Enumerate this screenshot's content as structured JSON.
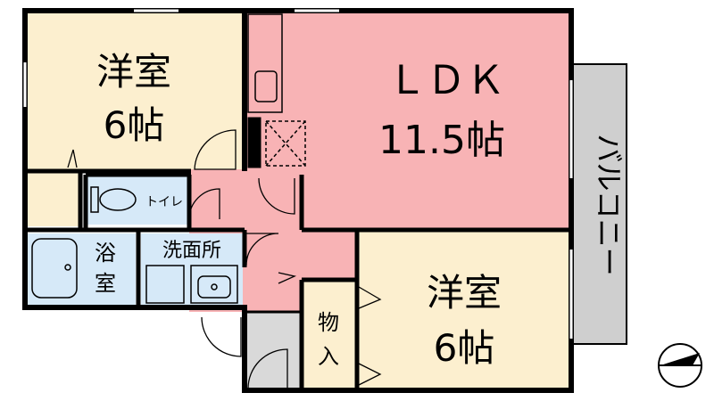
{
  "colors": {
    "ldk_floor": "#f8b3b5",
    "hall_floor": "#f8b3b5",
    "western_room_floor": "#fcefcf",
    "wet_area_floor": "#d6e9f8",
    "balcony_floor": "#cfcfcf",
    "entrance_floor": "#d9d9d9",
    "wall": "#000000",
    "fixture_line": "#000000"
  },
  "rooms": {
    "western_room_top_left": {
      "name": "洋室",
      "size": "6帖"
    },
    "ldk": {
      "name": "ＬＤＫ",
      "size": "11.5帖"
    },
    "western_room_bottom_right": {
      "name": "洋室",
      "size": "6帖"
    },
    "toilet": {
      "name": "トイレ"
    },
    "bathroom": {
      "line1": "浴",
      "line2": "室"
    },
    "washroom": {
      "name": "洗面所"
    },
    "storage": {
      "line1": "物",
      "line2": "入"
    },
    "balcony": {
      "name": "バルコニー"
    }
  },
  "icons": {
    "north_arrow": "compass-north-arrow-icon",
    "toilet": "toilet-icon",
    "bathtub": "bathtub-icon",
    "sink": "sink-icon",
    "kitchen_sink": "kitchen-sink-icon",
    "washing_machine": "washing-machine-pan-icon"
  }
}
